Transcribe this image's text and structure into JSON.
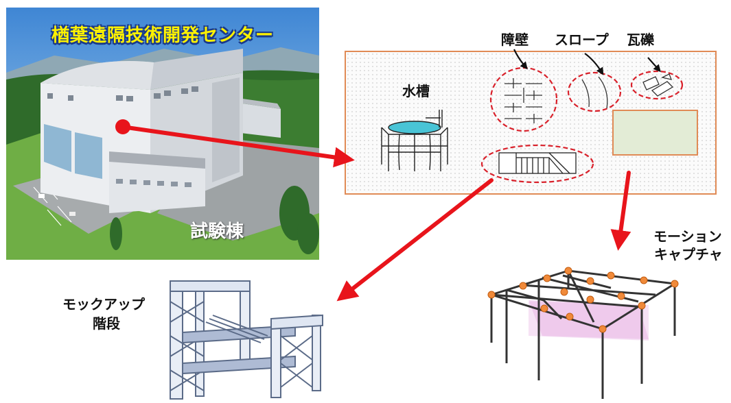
{
  "photo": {
    "title": "楢葉遠隔技術開発センター",
    "building_label": "試験棟"
  },
  "floorplan": {
    "water_tank_label": "水槽",
    "barrier_label": "障壁",
    "slope_label": "スロープ",
    "rubble_label": "瓦礫"
  },
  "mockup": {
    "label_line1": "モックアップ",
    "label_line2": "階段"
  },
  "motion": {
    "label_line1": "モーション",
    "label_line2": "キャプチャ"
  },
  "colors": {
    "arrow_red": "#e8141b",
    "dashed_red": "#d9202a",
    "floor_border": "#e08a55",
    "green_area": "#e3ecd6",
    "tank_water": "#49c4d6",
    "title_yellow": "#fff200",
    "capture_pink": "#e9b6e6",
    "marker_orange": "#f08a3a"
  }
}
